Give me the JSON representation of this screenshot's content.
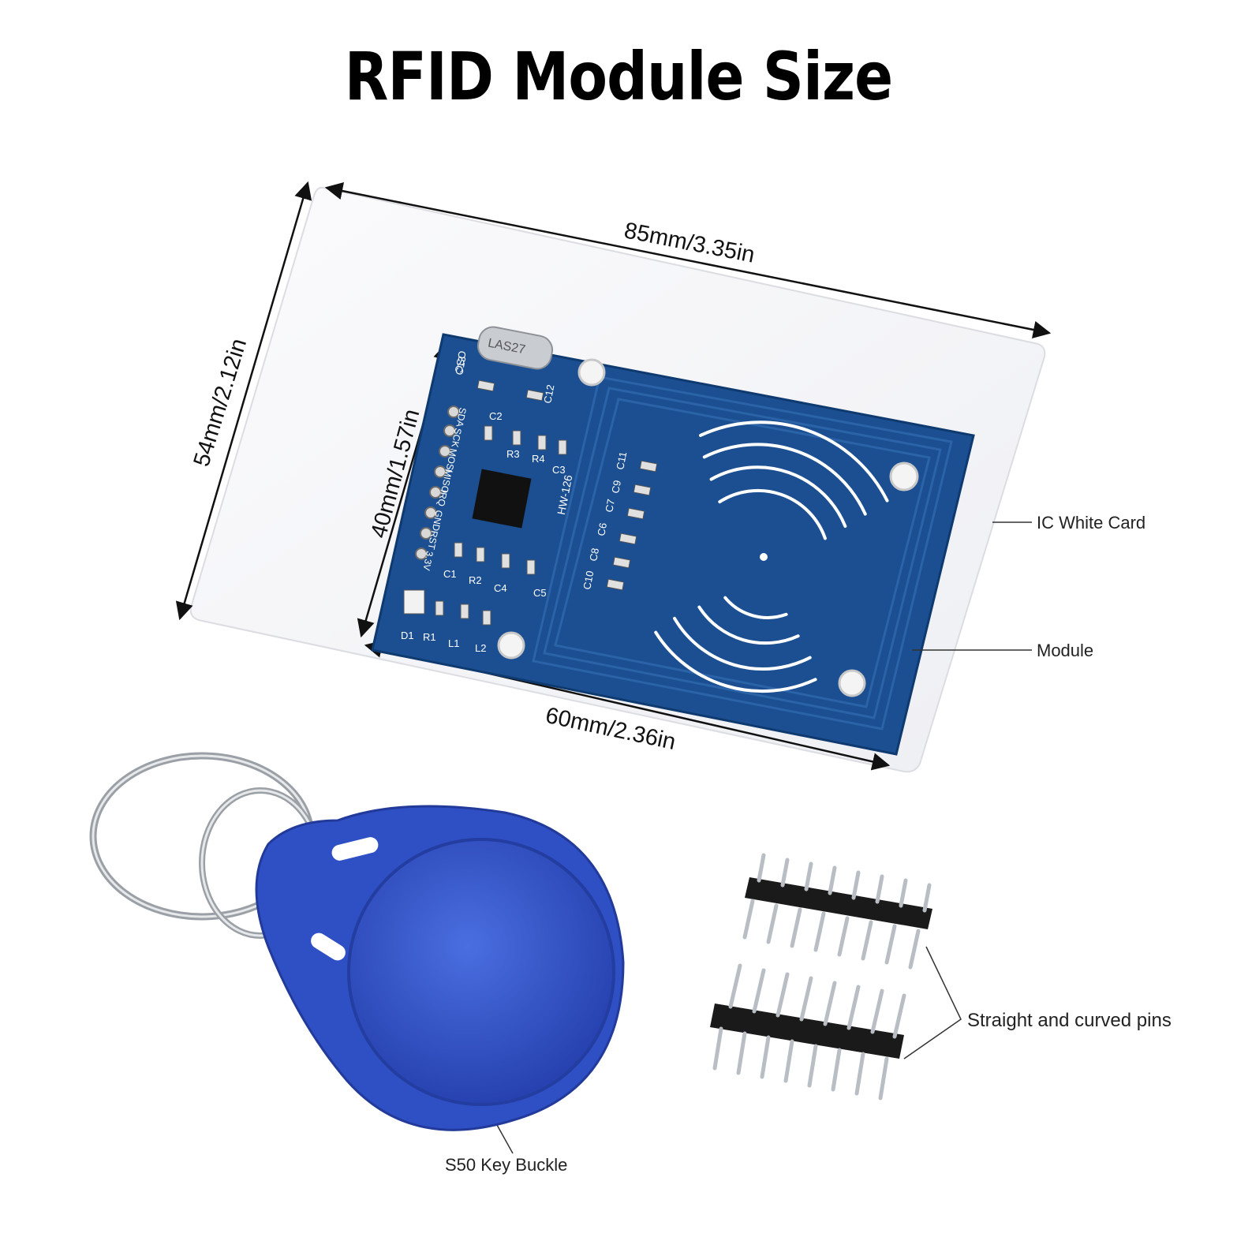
{
  "title": "RFID Module Size",
  "dimensions": {
    "card_width": "85mm/3.35in",
    "card_height": "54mm/2.12in",
    "module_height": "40mm/1.57in",
    "module_width": "60mm/2.36in"
  },
  "callouts": {
    "ic_white_card": "IC White Card",
    "module": "Module",
    "straight_and_curved_pins": "Straight and curved pins",
    "s50_key_buckle": "S50 Key Buckle"
  },
  "board": {
    "crystal_marking": "LAS27",
    "model": "HW-126",
    "osc": "OSC",
    "pins": [
      "SDA",
      "SCK",
      "MOSI",
      "MISO",
      "IRQ",
      "GND",
      "RST",
      "3.3V"
    ],
    "components": [
      "C13",
      "C12",
      "C2",
      "R3",
      "R4",
      "C3",
      "C11",
      "C9",
      "C7",
      "C6",
      "C8",
      "C10",
      "C1",
      "R2",
      "C4",
      "C5",
      "D1",
      "R1",
      "L1",
      "L2"
    ]
  },
  "colors": {
    "pcb_blue": "#1b4f91",
    "pcb_trace": "#2a63a8",
    "card_white": "#f7f7f9",
    "fob_blue": "#2f4fc4",
    "pin_black": "#1a1a1a",
    "metal": "#b9bec4"
  }
}
